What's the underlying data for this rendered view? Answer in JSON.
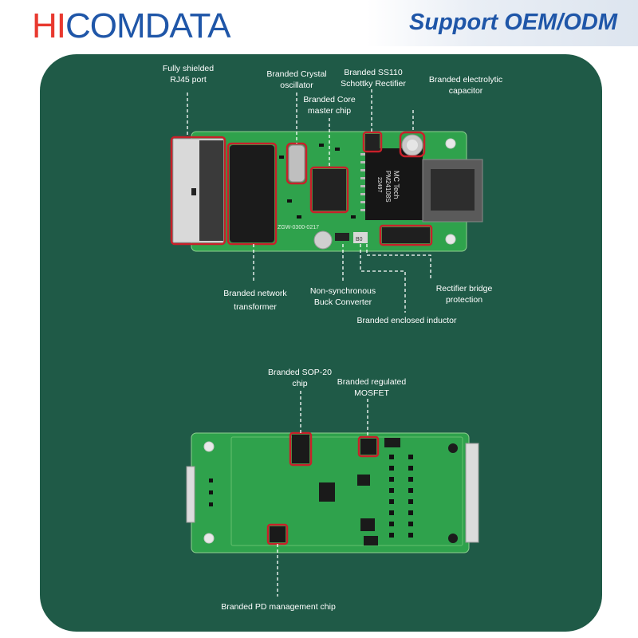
{
  "brand": {
    "logo_hi": "HI",
    "logo_rest": "COMDATA",
    "slogan": "Support OEM/ODM"
  },
  "board1": {
    "silkscreen_chip": "MC Tech\nPM24108S\n22497",
    "silkscreen_pcb": "ZGW-0300-0217",
    "silkscreen_b0": "B0",
    "labels": {
      "rj45": "Fully shielded\nRJ45 port",
      "crystal": "Branded Crystal\noscillator",
      "core": "Branded Core\nmaster chip",
      "ss110": "Branded SS110\nSchottky Rectifier",
      "capacitor": "Branded electrolytic\ncapacitor",
      "transformer": "Branded network\ntransformer",
      "buck": "Non-synchronous\nBuck Converter",
      "bridge": "Rectifier bridge\nprotection",
      "inductor": "Branded enclosed inductor"
    }
  },
  "board2": {
    "labels": {
      "sop20": "Branded SOP-20\nchip",
      "mosfet": "Branded regulated\nMOSFET",
      "pd": "Branded PD management chip"
    }
  },
  "colors": {
    "panel": "#1f5a47",
    "pcb": "#2fa24c",
    "highlight": "#c8202a",
    "logo_red": "#e8392f",
    "logo_blue": "#1f56a8"
  }
}
